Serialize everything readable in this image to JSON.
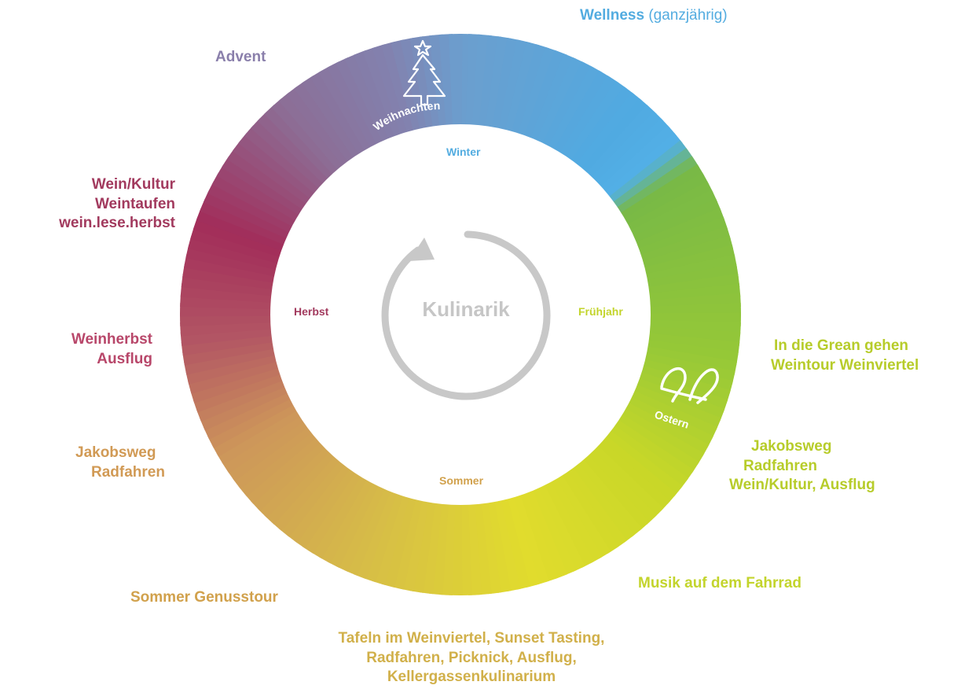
{
  "colors": {
    "lila": "#8a7fab",
    "blue": "#53ace0",
    "wine": "#a23a5e",
    "wine2": "#b8476a",
    "orange": "#d19a55",
    "yellow": "#c9b94a",
    "lime": "#c3d42c",
    "green": "#8fc23a",
    "grey": "#c8c8c8"
  },
  "center": {
    "title": "Kulinarik"
  },
  "seasons": {
    "winter": "Winter",
    "spring": "Frühjahr",
    "summer": "Sommer",
    "autumn": "Herbst"
  },
  "ring_labels": {
    "weihnachten": "Weihnachten",
    "ostern": "Ostern"
  },
  "icons": [
    "christmas-tree-icon",
    "easter-bunny-ears-icon",
    "cycle-arrow-icon"
  ],
  "labels": {
    "wellness": {
      "main": "Wellness",
      "suffix": "(ganzjährig)"
    },
    "advent": "Advent",
    "autumn_wine": [
      "Wein/Kultur",
      "Weintaufen",
      "wein.lese.herbst"
    ],
    "weinherbst": [
      "Weinherbst",
      "Ausflug"
    ],
    "jakobsweg_left": [
      "Jakobsweg",
      "Radfahren"
    ],
    "sommer_genusstour": "Sommer Genusstour",
    "summer_bottom": [
      "Tafeln im Weinviertel, Sunset Tasting,",
      "Radfahren, Picknick, Ausflug,",
      "Kellergassenkulinarium"
    ],
    "musik": "Musik auf dem Fahrrad",
    "jakobsweg_right": [
      "Jakobsweg",
      "Radfahren",
      "Wein/Kultur, Ausflug"
    ],
    "spring_right": [
      "In die Grean gehen",
      "Weintour Weinviertel"
    ]
  }
}
